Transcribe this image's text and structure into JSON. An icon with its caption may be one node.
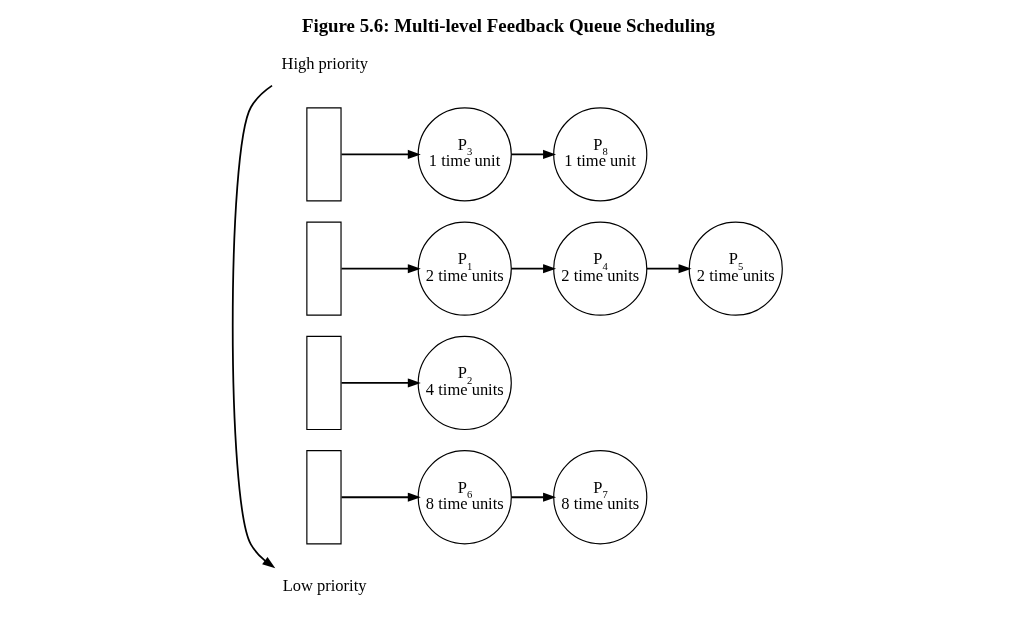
{
  "diagram": {
    "title": "Figure 5.6: Multi-level Feedback Queue Scheduling",
    "nodes": [
      {
        "text": [],
        "shape": "box"
      },
      {
        "text": [
          "P$_{3}$",
          "1 time unit"
        ]
      },
      {
        "text": [
          "P$_{8}$",
          "1 time unit"
        ]
      },
      {
        "text": [],
        "shape": "box"
      },
      {
        "text": [
          "P$_{1}$",
          "2 time units"
        ]
      },
      {
        "text": [
          "P$_{4}$",
          "2 time units"
        ]
      },
      {
        "text": [
          "P$_{5}$",
          "2 time units"
        ]
      },
      {
        "text": [],
        "shape": "box"
      },
      {
        "text": [
          "P$_{2}$",
          "4 time units"
        ]
      },
      {
        "text": [],
        "shape": "box"
      },
      {
        "text": [
          "P$_{6}$",
          "8 time units"
        ]
      },
      {
        "text": [
          "P$_{7}$",
          "8 time units"
        ]
      }
    ],
    "edges": [
      {
        "from": 0,
        "to": 1,
        "arrow": "to"
      },
      {
        "from": 1,
        "to": 2,
        "arrow": "to"
      },
      {
        "from": 3,
        "to": 4,
        "arrow": "to"
      },
      {
        "from": 4,
        "to": 5,
        "arrow": "to"
      },
      {
        "from": 5,
        "to": 6,
        "arrow": "to"
      },
      {
        "from": 7,
        "to": 8,
        "arrow": "to"
      },
      {
        "from": 9,
        "to": 10,
        "arrow": "to"
      },
      {
        "from": 10,
        "to": 11,
        "arrow": "to"
      }
    ],
    "labels": [
      "High priority",
      "Low priority"
    ]
  }
}
